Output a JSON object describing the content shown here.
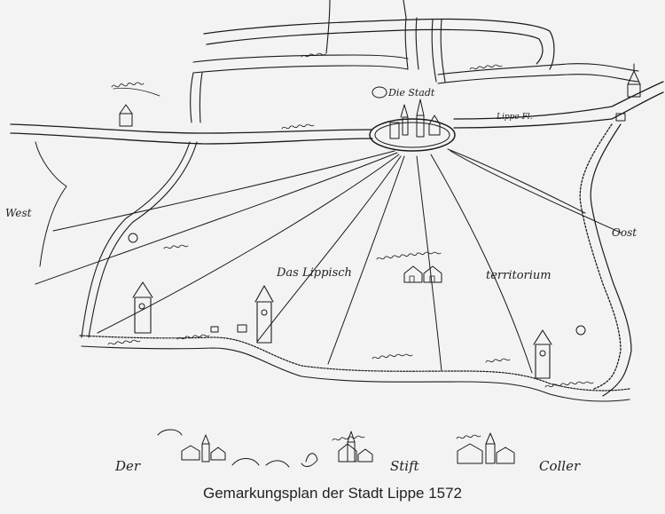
{
  "map": {
    "caption": "Gemarkungsplan der Stadt Lippe 1572",
    "labels": {
      "town": "Die Stadt",
      "lippe_river": "Lippe Fl.",
      "west": "West",
      "ost": "Oost",
      "das_lippisch": "Das Lippisch",
      "territorium": "territorium",
      "bottom_der": "Der",
      "bottom_stift": "Stift",
      "bottom_coller": "Coller"
    }
  }
}
